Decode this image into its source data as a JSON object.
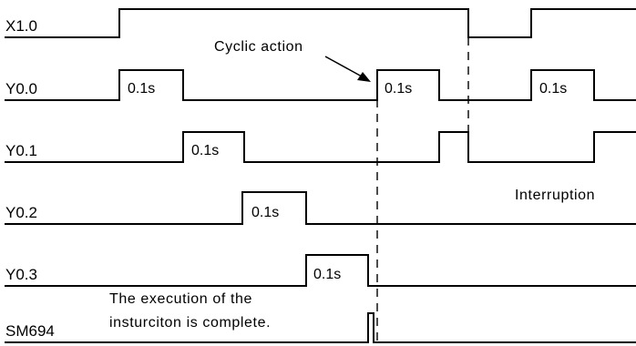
{
  "signals": [
    {
      "id": "x10",
      "label": "X1.0"
    },
    {
      "id": "y00",
      "label": "Y0.0"
    },
    {
      "id": "y01",
      "label": "Y0.1"
    },
    {
      "id": "y02",
      "label": "Y0.2"
    },
    {
      "id": "y03",
      "label": "Y0.3"
    },
    {
      "id": "sm694",
      "label": "SM694"
    }
  ],
  "pulse_labels": {
    "y00_a": "0.1s",
    "y00_b": "0.1s",
    "y00_c": "0.1s",
    "y01": "0.1s",
    "y02": "0.1s",
    "y03": "0.1s"
  },
  "annotations": {
    "cyclic_action": "Cyclic action",
    "interruption": "Interruption",
    "completion_line1": "The execution of the",
    "completion_line2": "insturciton is complete."
  }
}
